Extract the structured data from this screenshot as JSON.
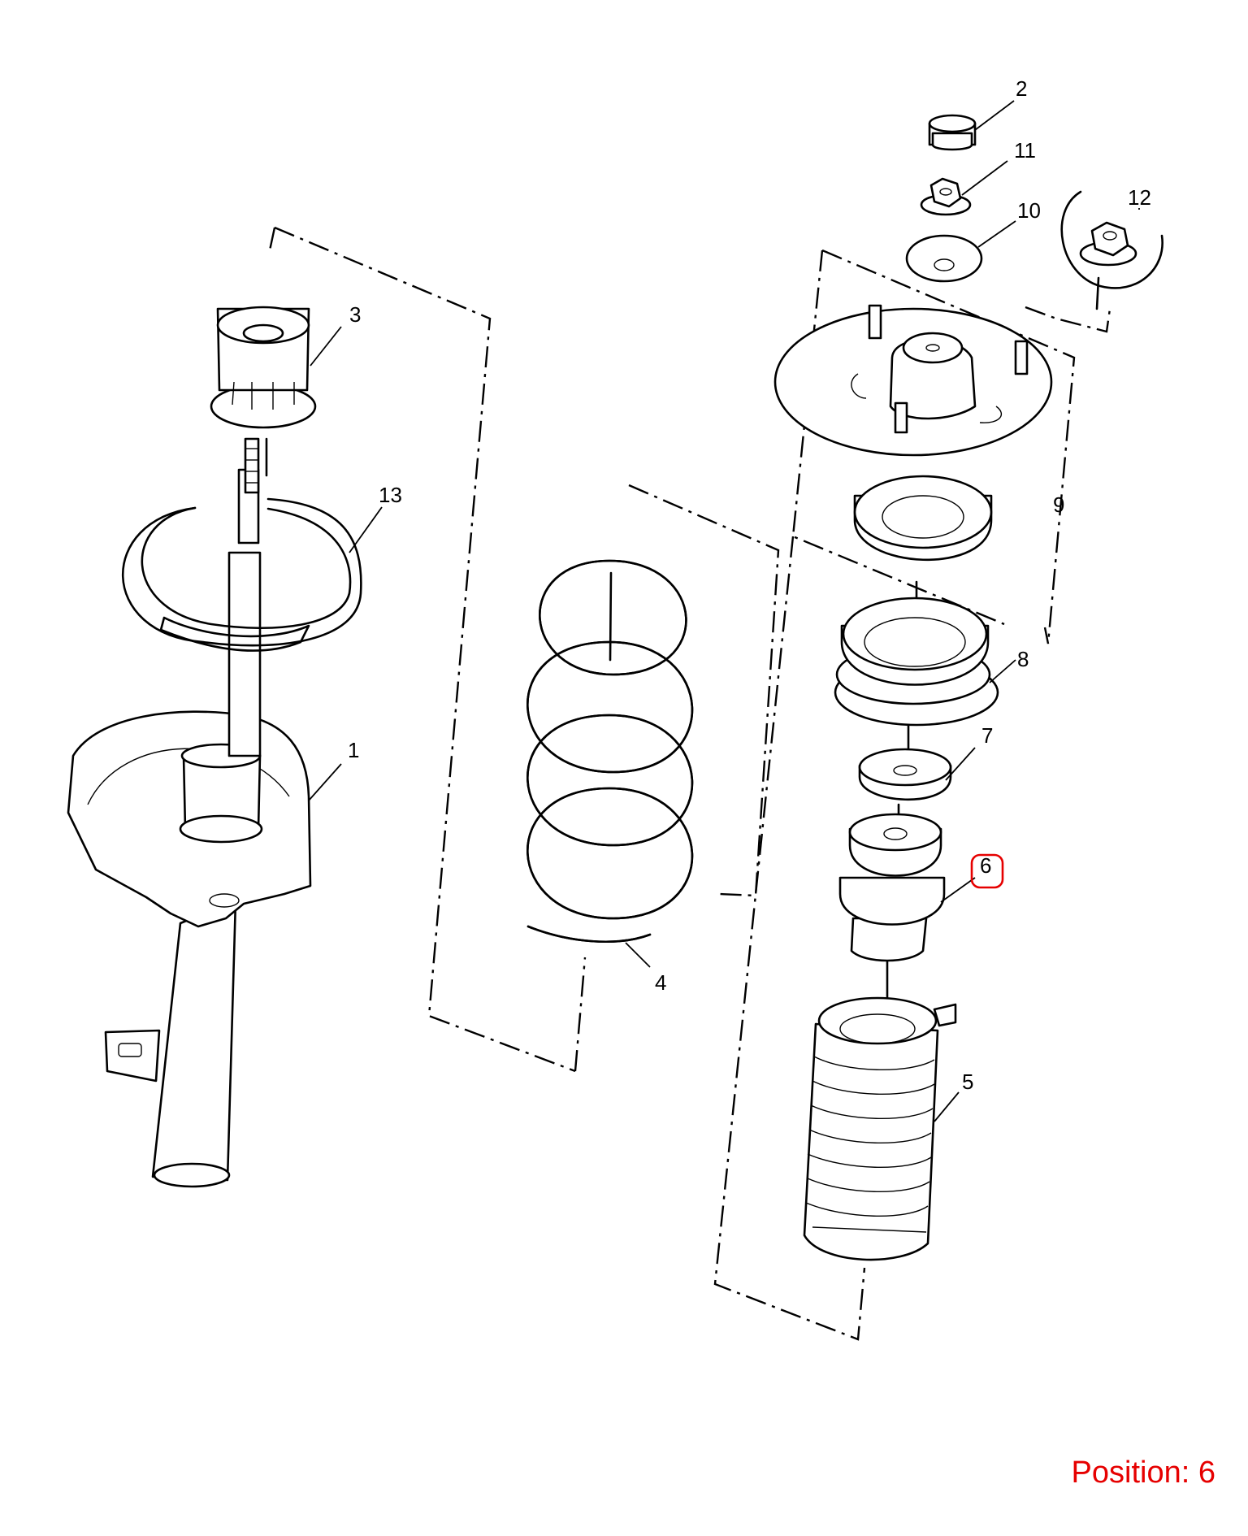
{
  "diagram": {
    "callouts": [
      {
        "id": "1",
        "label": "1"
      },
      {
        "id": "2",
        "label": "2"
      },
      {
        "id": "3",
        "label": "3"
      },
      {
        "id": "4",
        "label": "4"
      },
      {
        "id": "5",
        "label": "5"
      },
      {
        "id": "6",
        "label": "6"
      },
      {
        "id": "7",
        "label": "7"
      },
      {
        "id": "8",
        "label": "8"
      },
      {
        "id": "9",
        "label": "9"
      },
      {
        "id": "10",
        "label": "10"
      },
      {
        "id": "11",
        "label": "11"
      },
      {
        "id": "12",
        "label": "12"
      },
      {
        "id": "13",
        "label": "13"
      }
    ],
    "highlighted": "6",
    "highlight_color": "#e60000"
  },
  "position_label": "Position: 6"
}
